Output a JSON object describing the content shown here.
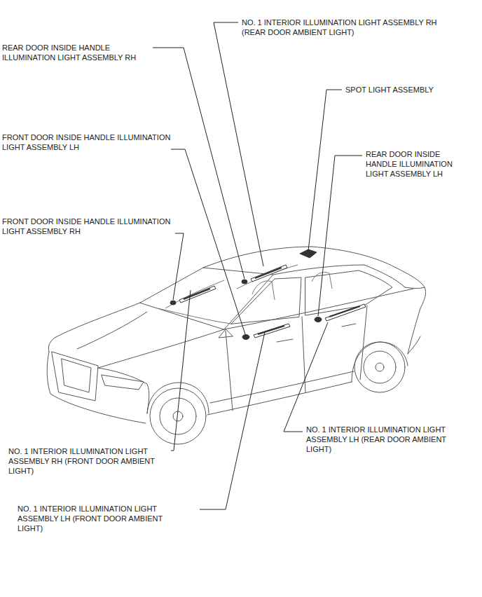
{
  "diagram": {
    "labels": [
      "NO. 1 INTERIOR ILLUMINATION LIGHT ASSEMBLY RH (REAR DOOR AMBIENT LIGHT)",
      "REAR DOOR INSIDE HANDLE ILLUMINATION LIGHT ASSEMBLY RH",
      "SPOT LIGHT ASSEMBLY",
      "FRONT DOOR INSIDE HANDLE ILLUMINATION LIGHT ASSEMBLY LH",
      "REAR DOOR INSIDE HANDLE ILLUMINATION LIGHT ASSEMBLY LH",
      "FRONT DOOR INSIDE HANDLE ILLUMINATION LIGHT ASSEMBLY RH",
      "NO. 1 INTERIOR ILLUMINATION LIGHT ASSEMBLY LH (REAR DOOR AMBIENT LIGHT)",
      "NO. 1 INTERIOR ILLUMINATION LIGHT ASSEMBLY RH (FRONT DOOR AMBIENT LIGHT)",
      "NO. 1 INTERIOR ILLUMINATION LIGHT ASSEMBLY LH (FRONT DOOR AMBIENT LIGHT)"
    ]
  }
}
